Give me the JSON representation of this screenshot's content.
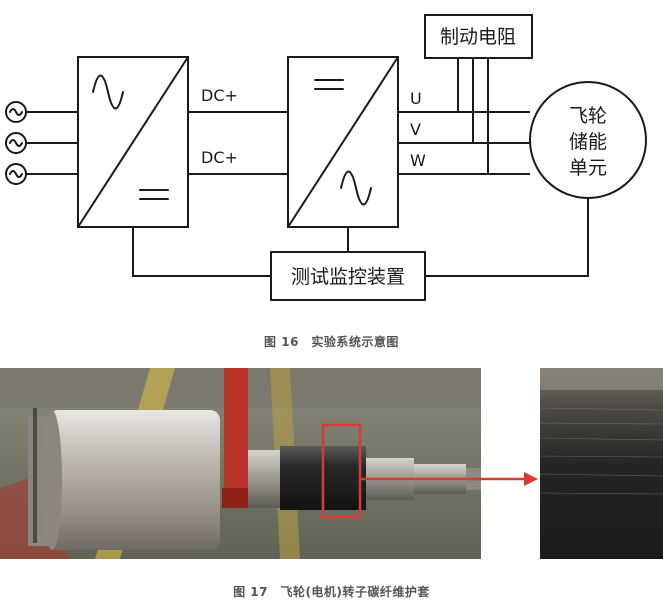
{
  "diagram": {
    "dc_top": "DC+",
    "dc_bottom": "DC+",
    "phase_u": "U",
    "phase_v": "V",
    "phase_w": "W",
    "brake_resistor": "制动电阻",
    "flywheel_line1": "飞轮",
    "flywheel_line2": "储能",
    "flywheel_line3": "单元",
    "monitor": "测试监控装置"
  },
  "captions": {
    "fig16": "图 16　实验系统示意图",
    "fig17": "图 17　飞轮(电机)转子碳纤维护套"
  },
  "colors": {
    "highlight": "#d93a34",
    "line": "#1a1a1a",
    "caption": "#555555"
  }
}
